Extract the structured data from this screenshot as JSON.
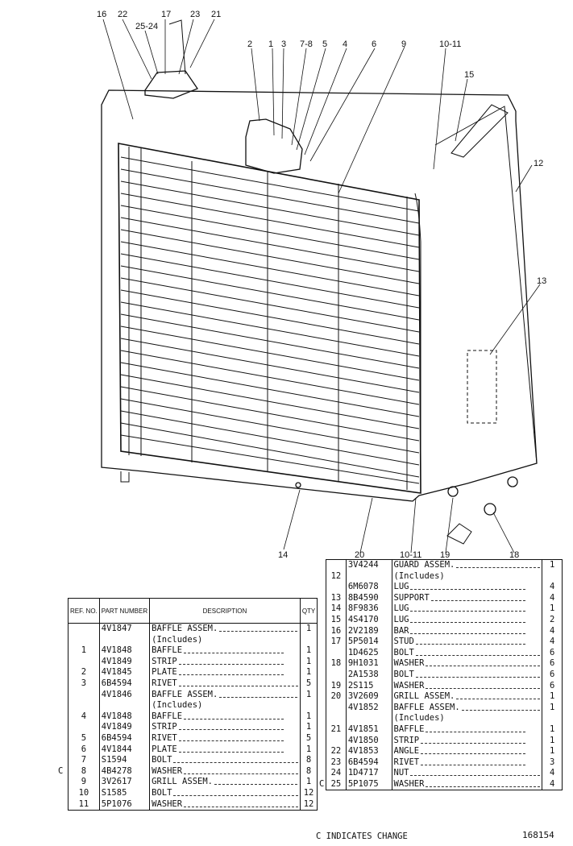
{
  "callouts": [
    "16",
    "22",
    "25-24",
    "17",
    "23",
    "21",
    "2",
    "1",
    "3",
    "7-8",
    "5",
    "4",
    "6",
    "9",
    "10-11",
    "15",
    "12",
    "13",
    "14",
    "20",
    "10-11",
    "19",
    "18"
  ],
  "left_table": {
    "headers": {
      "ref": "REF. NO.",
      "part": "PART NUMBER",
      "desc": "DESCRIPTION",
      "qty": "QTY"
    },
    "rows": [
      {
        "ref": "",
        "part": "4V1847",
        "desc": "BAFFLE ASSEM.",
        "qty": "1",
        "indent": false,
        "change": ""
      },
      {
        "ref": "",
        "part": "",
        "desc": "(Includes)",
        "qty": "",
        "indent": true,
        "change": ""
      },
      {
        "ref": "1",
        "part": "4V1848",
        "desc": "BAFFLE",
        "qty": "1",
        "indent": true,
        "change": ""
      },
      {
        "ref": "",
        "part": "4V1849",
        "desc": "STRIP",
        "qty": "1",
        "indent": true,
        "change": ""
      },
      {
        "ref": "2",
        "part": "4V1845",
        "desc": "PLATE",
        "qty": "1",
        "indent": true,
        "change": ""
      },
      {
        "ref": "3",
        "part": "6B4594",
        "desc": "RIVET",
        "qty": "5",
        "indent": false,
        "change": ""
      },
      {
        "ref": "",
        "part": "4V1846",
        "desc": "BAFFLE ASSEM.",
        "qty": "1",
        "indent": false,
        "change": ""
      },
      {
        "ref": "",
        "part": "",
        "desc": "(Includes)",
        "qty": "",
        "indent": true,
        "change": ""
      },
      {
        "ref": "4",
        "part": "4V1848",
        "desc": "BAFFLE",
        "qty": "1",
        "indent": true,
        "change": ""
      },
      {
        "ref": "",
        "part": "4V1849",
        "desc": "STRIP",
        "qty": "1",
        "indent": true,
        "change": ""
      },
      {
        "ref": "5",
        "part": "6B4594",
        "desc": "RIVET",
        "qty": "5",
        "indent": true,
        "change": ""
      },
      {
        "ref": "6",
        "part": "4V1844",
        "desc": "PLATE",
        "qty": "1",
        "indent": true,
        "change": ""
      },
      {
        "ref": "7",
        "part": "S1594",
        "desc": "BOLT",
        "qty": "8",
        "indent": false,
        "change": ""
      },
      {
        "ref": "8",
        "part": "4B4278",
        "desc": "WASHER",
        "qty": "8",
        "indent": false,
        "change": "C"
      },
      {
        "ref": "9",
        "part": "3V2617",
        "desc": "GRILL ASSEM.",
        "qty": "1",
        "indent": false,
        "change": ""
      },
      {
        "ref": "10",
        "part": "S1585",
        "desc": "BOLT",
        "qty": "12",
        "indent": false,
        "change": ""
      },
      {
        "ref": "11",
        "part": "5P1076",
        "desc": "WASHER",
        "qty": "12",
        "indent": false,
        "change": ""
      }
    ]
  },
  "right_table": {
    "rows": [
      {
        "ref": "",
        "part": "3V4244",
        "desc": "GUARD ASSEM.",
        "qty": "1",
        "indent": false,
        "change": ""
      },
      {
        "ref": "12",
        "part": "",
        "desc": "(Includes)",
        "qty": "",
        "indent": true,
        "change": ""
      },
      {
        "ref": "",
        "part": "6M6078",
        "desc": "LUG",
        "qty": "4",
        "indent": true,
        "change": ""
      },
      {
        "ref": "13",
        "part": "8B4590",
        "desc": "SUPPORT",
        "qty": "4",
        "indent": true,
        "change": ""
      },
      {
        "ref": "14",
        "part": "8F9836",
        "desc": "LUG",
        "qty": "1",
        "indent": true,
        "change": ""
      },
      {
        "ref": "15",
        "part": "4S4170",
        "desc": "LUG",
        "qty": "2",
        "indent": true,
        "change": ""
      },
      {
        "ref": "16",
        "part": "2V2189",
        "desc": "BAR",
        "qty": "4",
        "indent": true,
        "change": ""
      },
      {
        "ref": "17",
        "part": "5P5014",
        "desc": "STUD",
        "qty": "4",
        "indent": true,
        "change": ""
      },
      {
        "ref": "",
        "part": "1D4625",
        "desc": "BOLT",
        "qty": "6",
        "indent": false,
        "change": ""
      },
      {
        "ref": "18",
        "part": "9H1031",
        "desc": "WASHER",
        "qty": "6",
        "indent": false,
        "change": ""
      },
      {
        "ref": "",
        "part": "2A1538",
        "desc": "BOLT",
        "qty": "6",
        "indent": false,
        "change": ""
      },
      {
        "ref": "19",
        "part": "2S115",
        "desc": "WASHER",
        "qty": "6",
        "indent": false,
        "change": ""
      },
      {
        "ref": "20",
        "part": "3V2609",
        "desc": "GRILL ASSEM.",
        "qty": "1",
        "indent": false,
        "change": ""
      },
      {
        "ref": "",
        "part": "4V1852",
        "desc": "BAFFLE ASSEM.",
        "qty": "1",
        "indent": false,
        "change": ""
      },
      {
        "ref": "",
        "part": "",
        "desc": "(Includes)",
        "qty": "",
        "indent": true,
        "change": ""
      },
      {
        "ref": "21",
        "part": "4V1851",
        "desc": "BAFFLE",
        "qty": "1",
        "indent": true,
        "change": ""
      },
      {
        "ref": "",
        "part": "4V1850",
        "desc": "STRIP",
        "qty": "1",
        "indent": true,
        "change": ""
      },
      {
        "ref": "22",
        "part": "4V1853",
        "desc": "ANGLE",
        "qty": "1",
        "indent": true,
        "change": ""
      },
      {
        "ref": "23",
        "part": "6B4594",
        "desc": "RIVET",
        "qty": "3",
        "indent": true,
        "change": ""
      },
      {
        "ref": "24",
        "part": "1D4717",
        "desc": "NUT",
        "qty": "4",
        "indent": false,
        "change": ""
      },
      {
        "ref": "25",
        "part": "5P1075",
        "desc": "WASHER",
        "qty": "4",
        "indent": false,
        "change": "C"
      }
    ]
  },
  "footer_note": "C INDICATES CHANGE",
  "drawing_number": "168154"
}
